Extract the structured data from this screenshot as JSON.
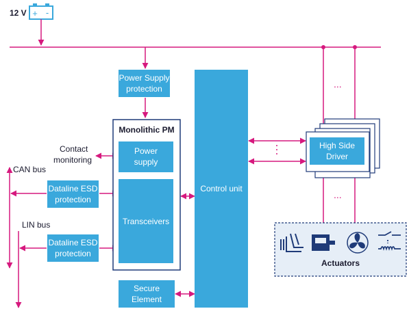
{
  "battery": {
    "voltage_label": "12 V",
    "plus": "+",
    "minus": "-"
  },
  "blocks": {
    "power_supply_protection": [
      "Power Supply",
      "protection"
    ],
    "monolithic_pm": "Monolithic PM",
    "power_supply": [
      "Power",
      "supply"
    ],
    "transceivers": "Transceivers",
    "control_unit": "Control unit",
    "secure_element": [
      "Secure",
      "Element"
    ],
    "high_side_driver": [
      "High Side",
      "Driver"
    ],
    "dataline_esd_can": [
      "Dataline ESD",
      "protection"
    ],
    "dataline_esd_lin": [
      "Dataline ESD",
      "protection"
    ],
    "actuators": "Actuators"
  },
  "labels": {
    "contact_monitoring": [
      "Contact",
      "monitoring"
    ],
    "can_bus": "CAN bus",
    "lin_bus": "LIN bus",
    "ellipsis": "..."
  },
  "actuator_icons": [
    "seat-icon",
    "motor-icon",
    "fan-icon",
    "relay-icon"
  ],
  "colors": {
    "block": "#3aa8dc",
    "line": "#d6197e",
    "frame": "#1e3a78",
    "dark": "#1a1a2e"
  }
}
